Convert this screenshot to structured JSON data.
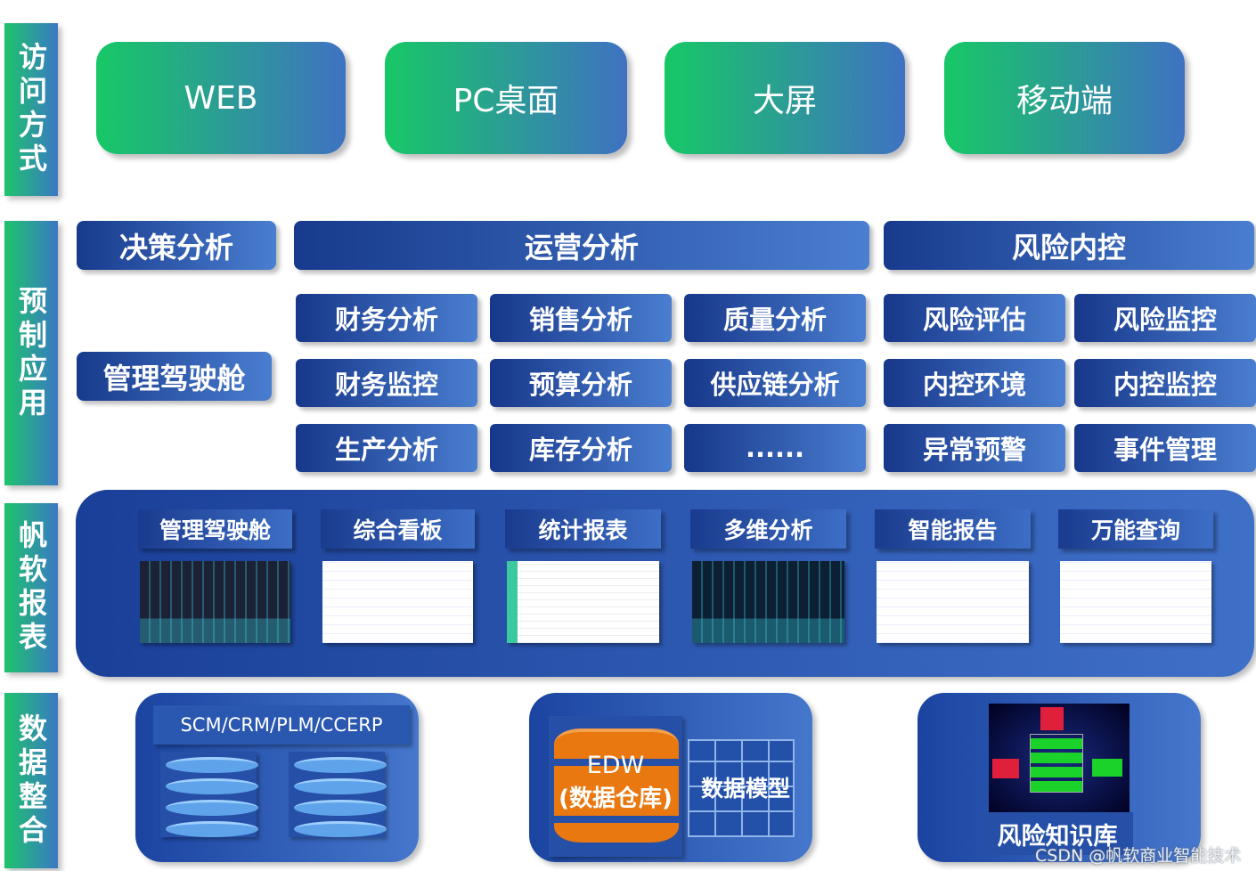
{
  "sections": {
    "access": "访问方式",
    "apps": "预制应用",
    "reports": "帆软报表",
    "data": "数据整合"
  },
  "access": [
    "WEB",
    "PC桌面",
    "大屏",
    "移动端"
  ],
  "headers": {
    "decision": "决策分析",
    "operation": "运营分析",
    "risk": "风险内控",
    "cockpit": "管理驾驶舱"
  },
  "grid": [
    [
      "财务分析",
      "销售分析",
      "质量分析",
      "风险评估",
      "风险监控"
    ],
    [
      "财务监控",
      "预算分析",
      "供应链分析",
      "内控环境",
      "内控监控"
    ],
    [
      "生产分析",
      "库存分析",
      "......",
      "异常预警",
      "事件管理"
    ]
  ],
  "reports": [
    "管理驾驶舱",
    "综合看板",
    "统计报表",
    "多维分析",
    "智能报告",
    "万能查询"
  ],
  "data": {
    "sources": "SCM/CRM/PLM/CCERP",
    "edw": "EDW",
    "edw_sub": "(数据仓库)",
    "model": "数据模型",
    "risk_kb": "风险知识库"
  },
  "watermark": "CSDN @帆软商业智能技术",
  "colors": {
    "green": "#17c866",
    "blue": "#3f72c2",
    "navy": "#1a3b8e",
    "orange": "#e8780f"
  }
}
